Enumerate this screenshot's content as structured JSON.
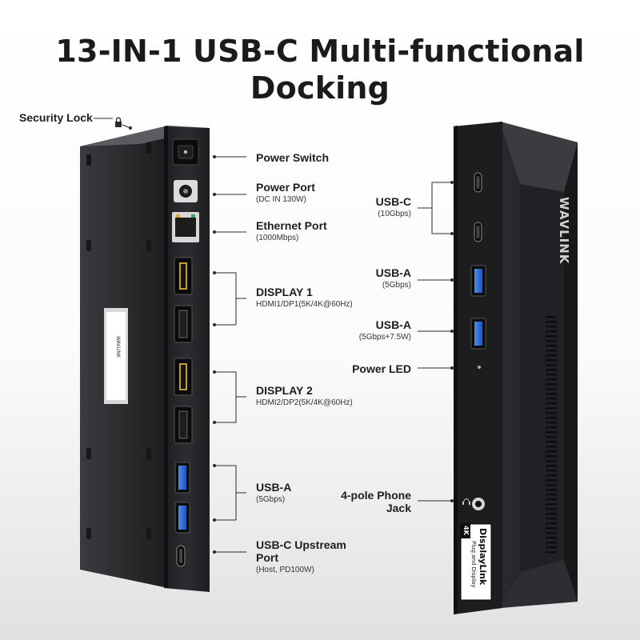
{
  "title": {
    "line1": "13-IN-1 USB-C Multi-functional",
    "line2": "Docking"
  },
  "left_labels": {
    "security_lock": "Security Lock",
    "power_switch": "Power Switch",
    "power_port": "Power Port",
    "power_port_sub": "(DC IN 130W)",
    "ethernet_port": "Ethernet Port",
    "ethernet_port_sub": "(1000Mbps)",
    "display1": "DISPLAY 1",
    "display1_sub": "HDMI1/DP1(5K/4K@60Hz)",
    "display2": "DISPLAY 2",
    "display2_sub": "HDMI2/DP2(5K/4K@60Hz)",
    "usba": "USB-A",
    "usba_sub": "(5Gbps)",
    "usbc_upstream_line1": "USB-C Upstream",
    "usbc_upstream_line2": "Port",
    "usbc_upstream_sub": "(Host, PD100W)"
  },
  "right_labels": {
    "usbc": "USB-C",
    "usbc_sub": "(10Gbps)",
    "usba1": "USB-A",
    "usba1_sub": "(5Gbps)",
    "usba2": "USB-A",
    "usba2_sub": "(5Gbps+7.5W)",
    "power_led": "Power LED",
    "phone_jack_line1": "4-pole Phone",
    "phone_jack_line2": "Jack"
  },
  "device_text": {
    "brand": "WAVLINK",
    "displaylink": "DisplayLink",
    "plug_and_display": "Plug and Display",
    "badge_4k": "4K"
  },
  "colors": {
    "usb_blue": "#2f6fd6",
    "hdmi_gold": "#c59a3a",
    "device_body": "#262729"
  },
  "icons": {
    "lock": "lock-icon",
    "headphone": "headphone-icon",
    "lightning": "thunderbolt-icon"
  }
}
